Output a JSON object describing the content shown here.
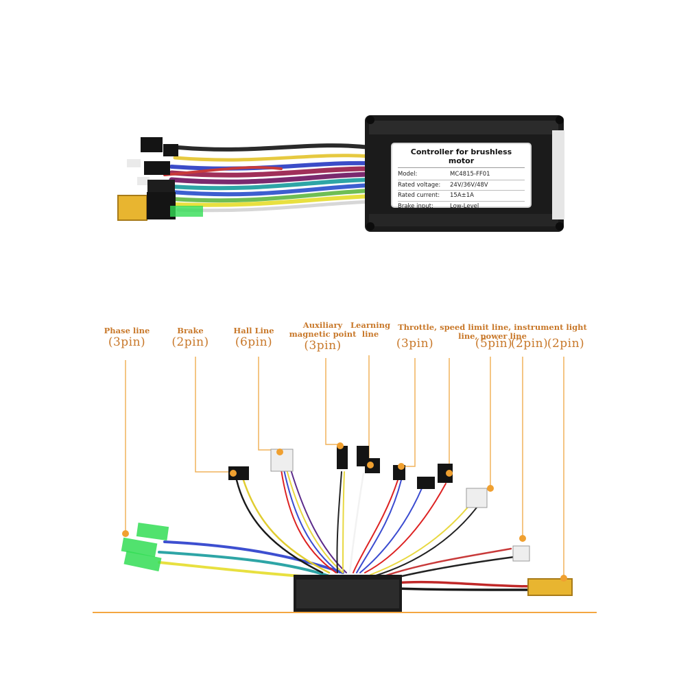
{
  "nameplate": {
    "title": "Controller for brushless motor",
    "rows": [
      {
        "key": "Model:",
        "value": "MC4815-FF01"
      },
      {
        "key": "Rated voltage:",
        "value": "24V/36V/48V"
      },
      {
        "key": "Rated current:",
        "value": "15A±1A"
      },
      {
        "key": "Brake input:",
        "value": "Low-Level"
      }
    ]
  },
  "labels": [
    {
      "name": "Phase line",
      "pin": "(3pin)"
    },
    {
      "name": "Brake",
      "pin": "(2pin)"
    },
    {
      "name": "Hall Line",
      "pin": "(6pin)"
    },
    {
      "name": "Auxiliary magnetic point",
      "pin": "(3pin)"
    },
    {
      "name": "Learning line",
      "pin": ""
    },
    {
      "name": "Throttle, speed limit line, instrument light line, power line",
      "pin": ""
    },
    {
      "name": "",
      "pin": "(3pin)"
    },
    {
      "name": "",
      "pin": "(5pin)"
    },
    {
      "name": "",
      "pin": "(2pin)"
    },
    {
      "name": "",
      "pin": "(2pin)"
    }
  ],
  "colors": {
    "label": "#c8782a",
    "leader": "#f0b25a",
    "baseline": "#f4a640",
    "housing": "#1b1b1b",
    "connector_green": "#33dd55",
    "connector_yellow": "#e8b530",
    "connector_black": "#141414"
  }
}
